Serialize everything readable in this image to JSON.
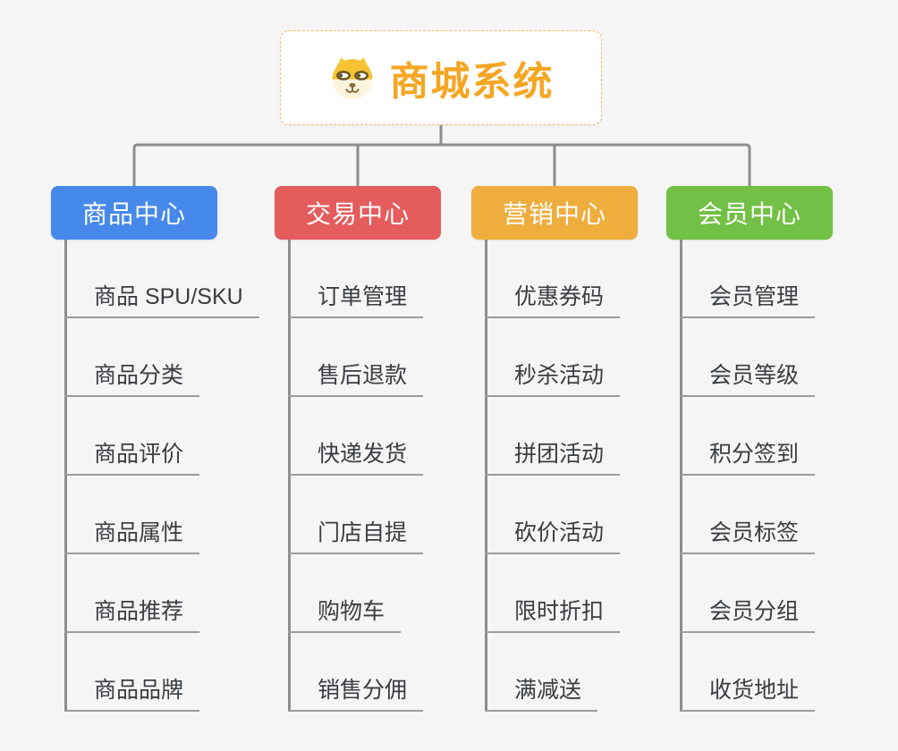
{
  "canvas": {
    "background": "#f5f5f5",
    "connector_color": "#8d8d8d",
    "underline_color": "#9b9b9b",
    "child_text_color": "#3a3d41"
  },
  "root": {
    "title": "商城系统",
    "title_color": "#f5a623",
    "border_color": "#f2bc68",
    "icon": "doge-face-icon"
  },
  "branches": [
    {
      "label": "商品中心",
      "color": "#4789eb",
      "children": [
        "商品 SPU/SKU",
        "商品分类",
        "商品评价",
        "商品属性",
        "商品推荐",
        "商品品牌"
      ]
    },
    {
      "label": "交易中心",
      "color": "#e45c5c",
      "children": [
        "订单管理",
        "售后退款",
        "快递发货",
        "门店自提",
        "购物车",
        "销售分佣"
      ]
    },
    {
      "label": "营销中心",
      "color": "#efad3e",
      "children": [
        "优惠券码",
        "秒杀活动",
        "拼团活动",
        "砍价活动",
        "限时折扣",
        "满减送"
      ]
    },
    {
      "label": "会员中心",
      "color": "#72c045",
      "children": [
        "会员管理",
        "会员等级",
        "积分签到",
        "会员标签",
        "会员分组",
        "收货地址"
      ]
    }
  ]
}
